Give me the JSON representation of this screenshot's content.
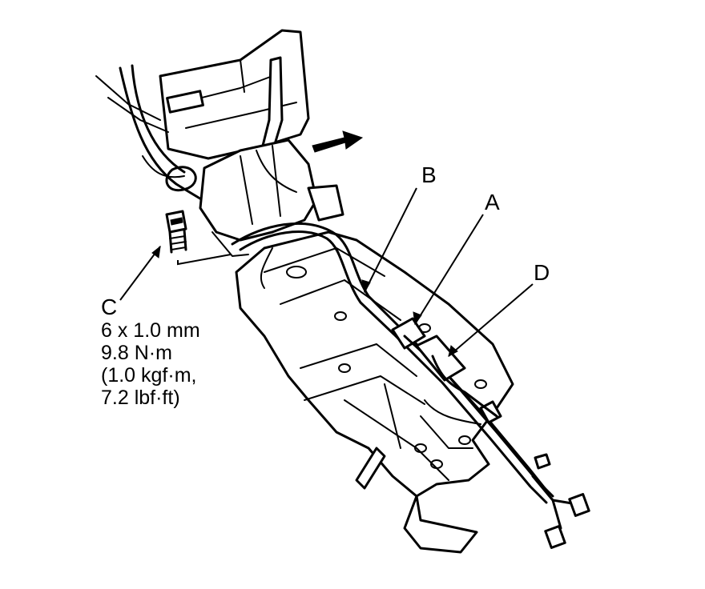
{
  "labels": {
    "a": "A",
    "b": "B",
    "c": "C",
    "d": "D"
  },
  "bolt_spec": {
    "size": "6 x 1.0 mm",
    "torque_nm": "9.8 N·m",
    "torque_kgf": "(1.0 kgf·m,",
    "torque_lbf": "7.2 lbf·ft)"
  }
}
